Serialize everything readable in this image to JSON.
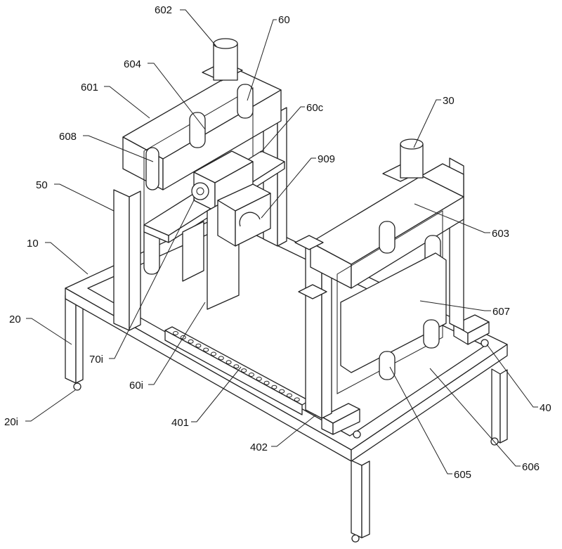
{
  "figure": {
    "type": "patent-isometric-drawing",
    "subject": "frame machine with two portal frames, motors and slide rails",
    "line_color": "#222222",
    "background": "#ffffff"
  },
  "labels": [
    {
      "id": "602",
      "text": "602"
    },
    {
      "id": "60",
      "text": "60"
    },
    {
      "id": "604",
      "text": "604"
    },
    {
      "id": "601",
      "text": "601"
    },
    {
      "id": "60c",
      "text": "60c"
    },
    {
      "id": "608",
      "text": "608"
    },
    {
      "id": "30",
      "text": "30"
    },
    {
      "id": "909",
      "text": "909"
    },
    {
      "id": "50",
      "text": "50"
    },
    {
      "id": "603",
      "text": "603"
    },
    {
      "id": "10",
      "text": "10"
    },
    {
      "id": "607",
      "text": "607"
    },
    {
      "id": "20",
      "text": "20"
    },
    {
      "id": "70i",
      "text": "70i"
    },
    {
      "id": "60i",
      "text": "60i"
    },
    {
      "id": "40",
      "text": "40"
    },
    {
      "id": "20i",
      "text": "20i"
    },
    {
      "id": "401",
      "text": "401"
    },
    {
      "id": "402",
      "text": "402"
    },
    {
      "id": "605",
      "text": "605"
    },
    {
      "id": "606",
      "text": "606"
    }
  ]
}
